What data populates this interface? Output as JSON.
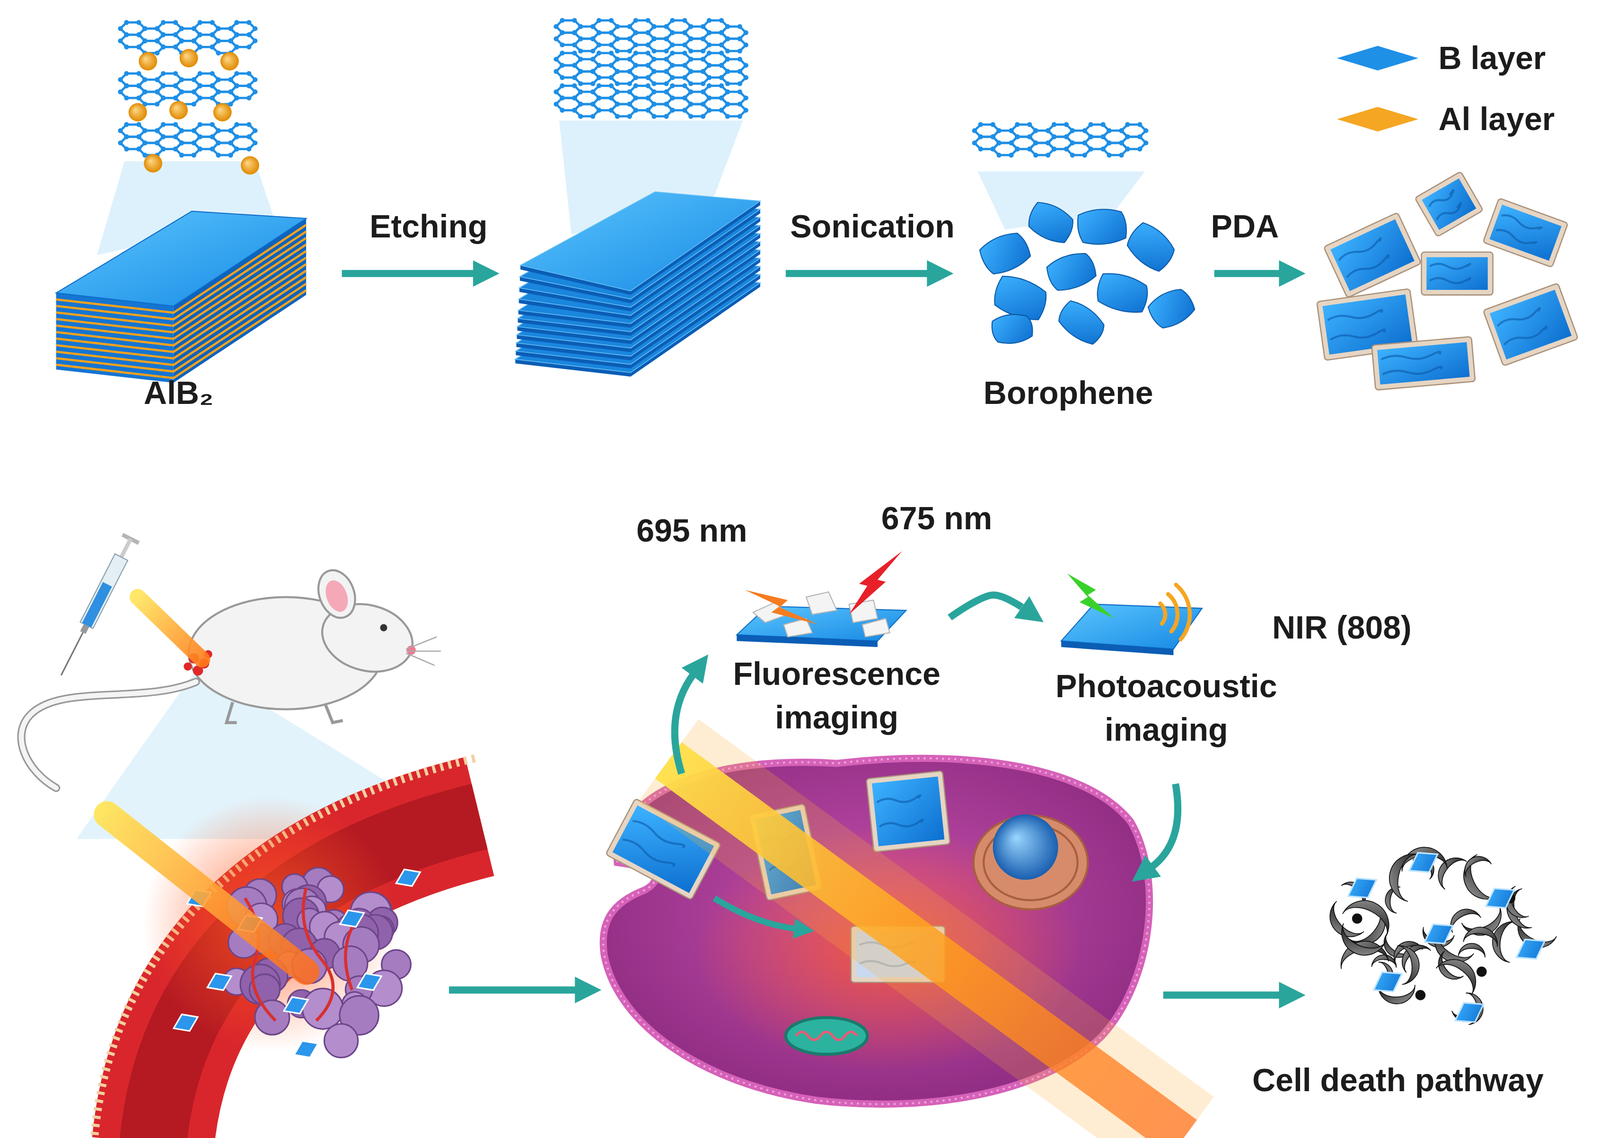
{
  "diagram": {
    "nodes": [
      {
        "text": [
          "AlB₂"
        ]
      },
      {
        "text": [
          "Borophene"
        ]
      },
      {
        "text": [
          "Fluorescence imaging"
        ]
      },
      {
        "text": [
          "Photoacoustic imaging"
        ]
      },
      {
        "text": [
          "Cell death pathway"
        ]
      }
    ],
    "edges": [
      {
        "from": 2,
        "to": 3,
        "arrow": "to"
      }
    ],
    "labels": [
      "Etching",
      "Sonication",
      "PDA",
      "695 nm",
      "675 nm",
      "NIR (808)"
    ],
    "legend": [
      {
        "text": "B layer",
        "color": "#1e90e6"
      },
      {
        "text": "Al layer",
        "color": "#f5a623"
      }
    ]
  }
}
